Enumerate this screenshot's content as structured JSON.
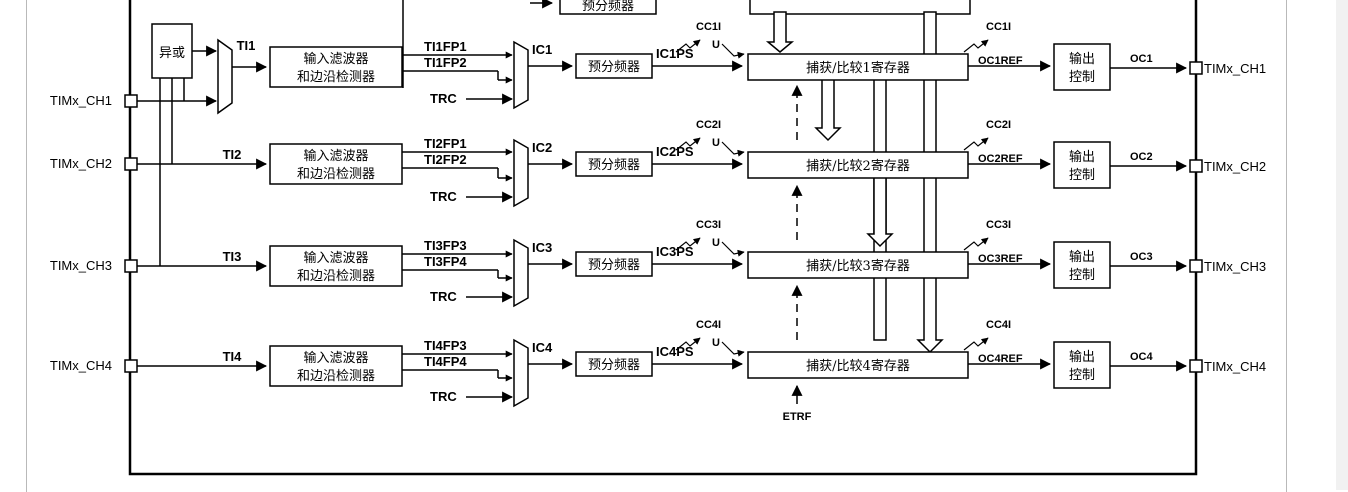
{
  "diagram": {
    "xor_label": "异或",
    "filter_line1": "输入滤波器",
    "filter_line2": "和边沿检测器",
    "prescaler_label": "预分频器",
    "trc_label": "TRC",
    "u_label": "U",
    "output_ctrl_line1": "输出",
    "output_ctrl_line2": "控制",
    "etrf_label": "ETRF",
    "top_prescaler_label": "预分频器",
    "channels": [
      {
        "pin_in": "TIMx_CH1",
        "ti": "TI1",
        "fp_a": "TI1FP1",
        "fp_b": "TI1FP2",
        "ic": "IC1",
        "icps": "IC1PS",
        "cc_in": "CC1I",
        "cc_out": "CC1I",
        "register": "捕获/比较1寄存器",
        "ocref": "OC1REF",
        "oc": "OC1",
        "pin_out": "TIMx_CH1"
      },
      {
        "pin_in": "TIMx_CH2",
        "ti": "TI2",
        "fp_a": "TI2FP1",
        "fp_b": "TI2FP2",
        "ic": "IC2",
        "icps": "IC2PS",
        "cc_in": "CC2I",
        "cc_out": "CC2I",
        "register": "捕获/比较2寄存器",
        "ocref": "OC2REF",
        "oc": "OC2",
        "pin_out": "TIMx_CH2"
      },
      {
        "pin_in": "TIMx_CH3",
        "ti": "TI3",
        "fp_a": "TI3FP3",
        "fp_b": "TI3FP4",
        "ic": "IC3",
        "icps": "IC3PS",
        "cc_in": "CC3I",
        "cc_out": "CC3I",
        "register": "捕获/比较3寄存器",
        "ocref": "OC3REF",
        "oc": "OC3",
        "pin_out": "TIMx_CH3"
      },
      {
        "pin_in": "TIMx_CH4",
        "ti": "TI4",
        "fp_a": "TI4FP3",
        "fp_b": "TI4FP4",
        "ic": "IC4",
        "icps": "IC4PS",
        "cc_in": "CC4I",
        "cc_out": "CC4I",
        "register": "捕获/比较4寄存器",
        "ocref": "OC4REF",
        "oc": "OC4",
        "pin_out": "TIMx_CH4"
      }
    ]
  }
}
